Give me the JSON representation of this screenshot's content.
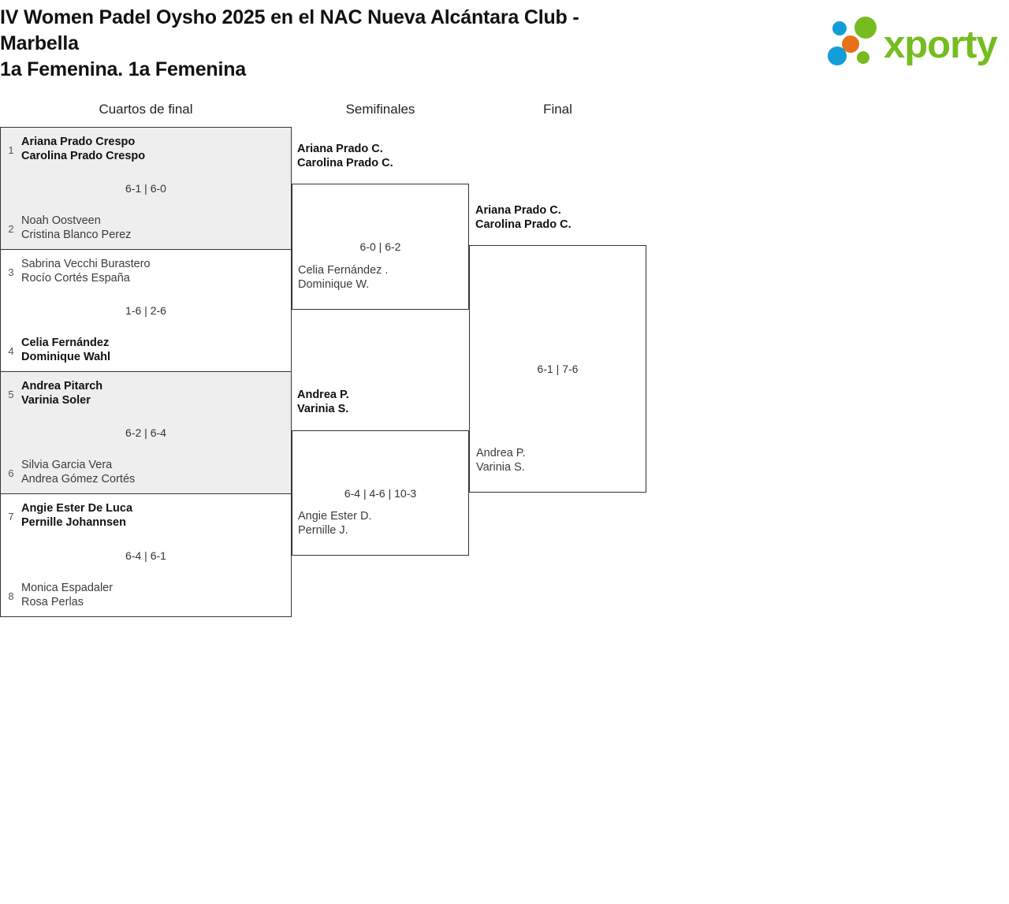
{
  "header": {
    "title": "IV Women Padel Oysho 2025 en el NAC Nueva Alcántara Club - Marbella",
    "title_line1": "IV Women Padel Oysho 2025 en el NAC Nueva Alcántara Club -",
    "title_line2": "Marbella",
    "subtitle": "1a Femenina. 1a Femenina",
    "logo_text": "xporty",
    "logo_colors": {
      "green": "#76bc21",
      "blue": "#119dd8",
      "orange": "#e8701a"
    }
  },
  "colors": {
    "shaded_row": "#eeeeee",
    "border": "#343434",
    "text": "#3b3b3b",
    "winner_text": "#111111"
  },
  "rounds": [
    {
      "id": "quarterfinals",
      "label": "Cuartos de final"
    },
    {
      "id": "semifinals",
      "label": "Semifinales"
    },
    {
      "id": "final",
      "label": "Final"
    }
  ],
  "quarterfinals": [
    {
      "score": "6-1 | 6-0",
      "top": {
        "seed": "1",
        "player1": "Ariana Prado Crespo",
        "player2": "Carolina Prado Crespo",
        "winner": true
      },
      "bottom": {
        "seed": "2",
        "player1": "Noah Oostveen",
        "player2": "Cristina Blanco Perez",
        "winner": false
      }
    },
    {
      "score": "1-6 | 2-6",
      "top": {
        "seed": "3",
        "player1": "Sabrina Vecchi Burastero",
        "player2": "Rocío Cortés España",
        "winner": false
      },
      "bottom": {
        "seed": "4",
        "player1": "Celia Fernández",
        "player2": "Dominique Wahl",
        "winner": true
      }
    },
    {
      "score": "6-2 | 6-4",
      "top": {
        "seed": "5",
        "player1": "Andrea Pitarch",
        "player2": "Varinia Soler",
        "winner": true
      },
      "bottom": {
        "seed": "6",
        "player1": "Silvia Garcia Vera",
        "player2": "Andrea Gómez Cortés",
        "winner": false
      }
    },
    {
      "score": "6-4 | 6-1",
      "top": {
        "seed": "7",
        "player1": "Angie Ester De Luca",
        "player2": "Pernille Johannsen",
        "winner": true
      },
      "bottom": {
        "seed": "8",
        "player1": "Monica Espadaler",
        "player2": "Rosa Perlas",
        "winner": false
      }
    }
  ],
  "semifinals": [
    {
      "score": "6-0 | 6-2",
      "top": {
        "player1": "Ariana Prado C.",
        "player2": "Carolina Prado C.",
        "winner": true
      },
      "bottom": {
        "player1": "Celia Fernández .",
        "player2": "Dominique W.",
        "winner": false
      }
    },
    {
      "score": "6-4 | 4-6 | 10-3",
      "top": {
        "player1": "Andrea P.",
        "player2": "Varinia S.",
        "winner": true
      },
      "bottom": {
        "player1": "Angie Ester D.",
        "player2": "Pernille J.",
        "winner": false
      }
    }
  ],
  "final": {
    "score": "6-1 | 7-6",
    "top": {
      "player1": "Ariana Prado C.",
      "player2": "Carolina Prado C.",
      "winner": true
    },
    "bottom": {
      "player1": "Andrea P.",
      "player2": "Varinia S.",
      "winner": false
    }
  }
}
